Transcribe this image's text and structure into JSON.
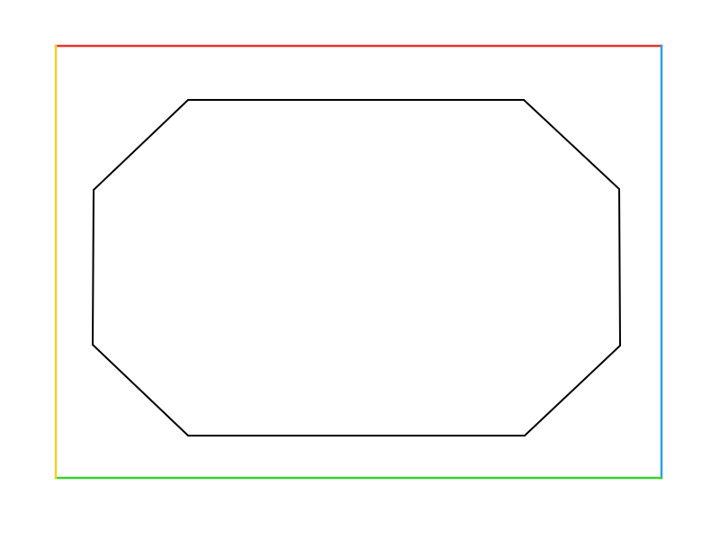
{
  "diagram": {
    "shape": "octagon",
    "frame_sides": [
      {
        "side": "top",
        "color": "#e8352b"
      },
      {
        "side": "right",
        "color": "#2b9fe8"
      },
      {
        "side": "bottom",
        "color": "#39d12f"
      },
      {
        "side": "left",
        "color": "#f0d12a"
      }
    ],
    "outline_color": "#000000",
    "background_color": "#ffffff"
  }
}
